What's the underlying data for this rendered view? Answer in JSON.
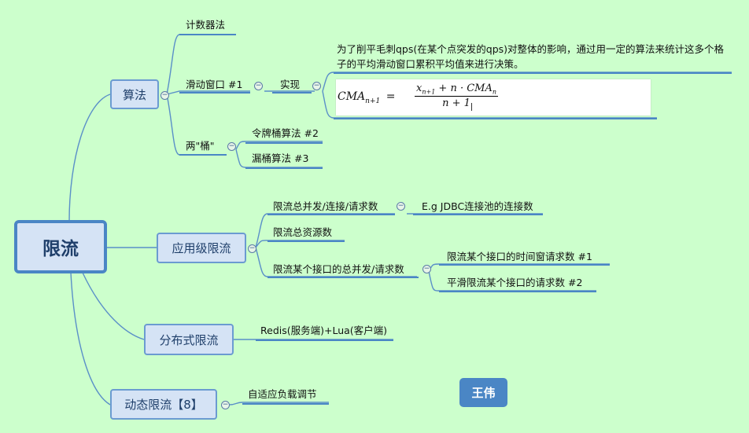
{
  "root": "限流",
  "branches": {
    "algorithm": {
      "label": "算法",
      "counter": "计数器法",
      "sliding_window": "滑动窗口 #1",
      "impl": "实现",
      "note": "为了削平毛刺qps(在某个点突发的qps)对整体的影响，通过用一定的算法来统计这多个格子的平均滑动窗口累积平均值来进行决策。",
      "formula": {
        "lhs": "CMA",
        "lhs_sub": "n+1",
        "eq": "=",
        "num": "x",
        "num_sub": "n+1",
        "num_rest": " + n · CMA",
        "num_rest_sub": "n",
        "den": "n + 1"
      },
      "buckets": "两\"桶\"",
      "token_bucket": "令牌桶算法  #2",
      "leaky_bucket": "漏桶算法 #3"
    },
    "app_level": {
      "label": "应用级限流",
      "total_concurrency": "限流总并发/连接/请求数",
      "jdbc_example": "E.g JDBC连接池的连接数",
      "total_resources": "限流总资源数",
      "api_concurrency": "限流某个接口的总并发/请求数",
      "api_window": "限流某个接口的时间窗请求数  #1",
      "api_smooth": "平滑限流某个接口的请求数 #2"
    },
    "distributed": {
      "label": "分布式限流",
      "redis_lua": "Redis(服务端)+Lua(客户端)"
    },
    "dynamic": {
      "label": "动态限流【8】",
      "adaptive": "自适应负载调节"
    }
  },
  "author_badge": "王伟",
  "colors": {
    "background": "#ccffcc",
    "line": "#4a86c5",
    "node_fill": "#d5e3f5"
  },
  "icons": {
    "collapse": "minus-circle-icon"
  }
}
